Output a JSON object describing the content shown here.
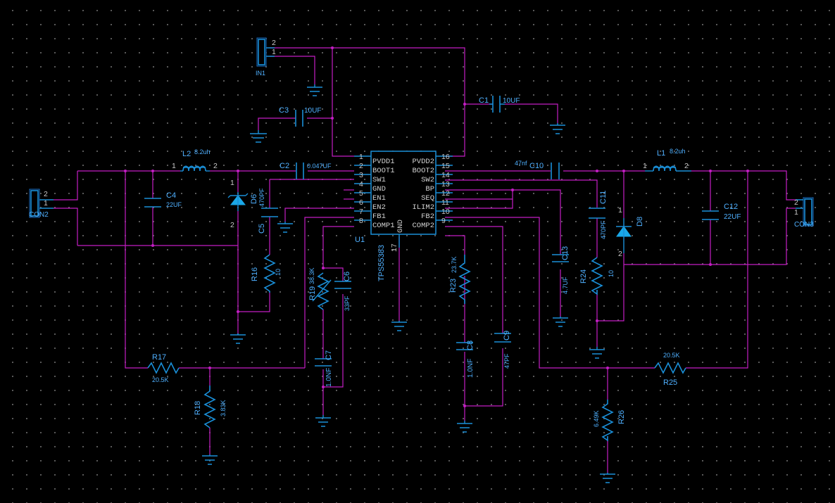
{
  "ic": {
    "ref": "U1",
    "part": "TPS55383",
    "pins_left": [
      {
        "num": "1",
        "name": "PVDD1"
      },
      {
        "num": "2",
        "name": "BOOT1"
      },
      {
        "num": "3",
        "name": "SW1"
      },
      {
        "num": "4",
        "name": "GND"
      },
      {
        "num": "5",
        "name": "EN1"
      },
      {
        "num": "6",
        "name": "EN2"
      },
      {
        "num": "7",
        "name": "FB1"
      },
      {
        "num": "8",
        "name": "COMP1"
      }
    ],
    "pins_right": [
      {
        "num": "16",
        "name": "PVDD2"
      },
      {
        "num": "15",
        "name": "BOOT2"
      },
      {
        "num": "14",
        "name": "SW2"
      },
      {
        "num": "13",
        "name": "BP"
      },
      {
        "num": "12",
        "name": "SEQ"
      },
      {
        "num": "11",
        "name": "ILIM2"
      },
      {
        "num": "10",
        "name": "FB2"
      },
      {
        "num": "9",
        "name": "COMP2"
      }
    ],
    "bottom_pin": {
      "num": "17",
      "name": "GND"
    }
  },
  "connectors": [
    {
      "id": "in1",
      "ref": "IN1",
      "pins": [
        "2",
        "1"
      ]
    },
    {
      "id": "con2",
      "ref": "CON2",
      "pins": [
        "2",
        "1"
      ]
    },
    {
      "id": "con3",
      "ref": "CON3",
      "pins": [
        "2",
        "1"
      ]
    }
  ],
  "inductors": [
    {
      "id": "l2",
      "ref": "L2",
      "value": "8.2uh",
      "pin1": "1",
      "pin2": "2"
    },
    {
      "id": "l1",
      "ref": "L1",
      "value": "8.2uh",
      "pin1": "1",
      "pin2": "2"
    }
  ],
  "diodes": [
    {
      "id": "d6",
      "ref": "D6",
      "pin1": "1",
      "pin2": "2"
    },
    {
      "id": "d8",
      "ref": "D8",
      "pin1": "1",
      "pin2": "2"
    }
  ],
  "capacitors": [
    {
      "id": "c1",
      "ref": "C1",
      "value": "10UF"
    },
    {
      "id": "c2",
      "ref": "C2",
      "value": "0.047UF"
    },
    {
      "id": "c3",
      "ref": "C3",
      "value": "10UF"
    },
    {
      "id": "c4",
      "ref": "C4",
      "value": "22UF"
    },
    {
      "id": "c5",
      "ref": "C5",
      "value": "470PF"
    },
    {
      "id": "c6",
      "ref": "C6",
      "value": "33PF"
    },
    {
      "id": "c7",
      "ref": "C7",
      "value": "1.0NF"
    },
    {
      "id": "c8",
      "ref": "C8",
      "value": "1.0NF"
    },
    {
      "id": "c9",
      "ref": "C9",
      "value": "47PF"
    },
    {
      "id": "c10",
      "ref": "C10",
      "value": "47nf"
    },
    {
      "id": "c11",
      "ref": "C11",
      "value": "470PF"
    },
    {
      "id": "c12",
      "ref": "C12",
      "value": "22UF"
    },
    {
      "id": "c13",
      "ref": "C13",
      "value": "4.7UF"
    }
  ],
  "resistors": [
    {
      "id": "r16",
      "ref": "R16",
      "value": "10"
    },
    {
      "id": "r17",
      "ref": "R17",
      "value": "20.5K"
    },
    {
      "id": "r18",
      "ref": "R18",
      "value": "3.83K"
    },
    {
      "id": "r19",
      "ref": "R19",
      "value": "38.3K"
    },
    {
      "id": "r23",
      "ref": "R23",
      "value": "23.7K"
    },
    {
      "id": "r24",
      "ref": "R24",
      "value": "10"
    },
    {
      "id": "r25",
      "ref": "R25",
      "value": "20.5K"
    },
    {
      "id": "r26",
      "ref": "R26",
      "value": "6.49K"
    }
  ],
  "colors": {
    "background": "#000000",
    "wire": "#c41ec4",
    "part": "#1a8fd8",
    "label": "#4fb0ff",
    "ic_text": "#d0d0d0"
  }
}
